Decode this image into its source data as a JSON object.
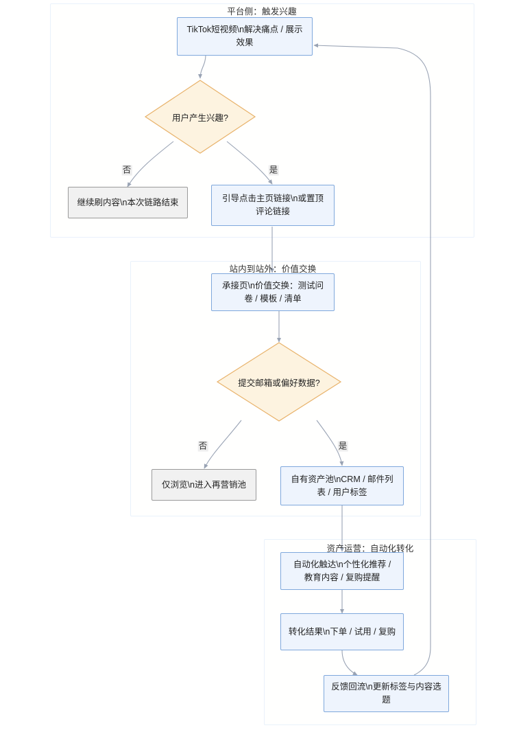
{
  "diagram": {
    "type": "flowchart",
    "direction": "top-down",
    "colors": {
      "process_fill": "#eef4fd",
      "process_stroke": "#7fa8dc",
      "decision_fill": "#fdf3e0",
      "decision_stroke": "#e8b26a",
      "terminal_fill": "#f1f1f1",
      "terminal_stroke": "#9a9a9a",
      "edge_stroke": "#99a3b4",
      "cluster_stroke": "#e9f1fb",
      "label_bg": "#eeeeee"
    },
    "clusters": [
      {
        "id": "c1",
        "title": "平台侧：触发兴趣"
      },
      {
        "id": "c2",
        "title": "站内到站外：价值交换"
      },
      {
        "id": "c3",
        "title": "资产运营：自动化转化"
      }
    ],
    "nodes": [
      {
        "id": "n1",
        "shape": "process",
        "text": "TikTok短视频\\n解决痛点 / 展示效果"
      },
      {
        "id": "n2",
        "shape": "decision",
        "text": "用户产生兴趣?"
      },
      {
        "id": "n3",
        "shape": "terminal",
        "text": "继续刷内容\\n本次链路结束"
      },
      {
        "id": "n4",
        "shape": "process",
        "text": "引导点击主页链接\\n或置顶评论链接"
      },
      {
        "id": "n5",
        "shape": "process",
        "text": "承接页\\n价值交换：测试问卷 / 模板 / 清单"
      },
      {
        "id": "n6",
        "shape": "decision",
        "text": "提交邮箱或偏好数据?"
      },
      {
        "id": "n7",
        "shape": "terminal",
        "text": "仅浏览\\n进入再营销池"
      },
      {
        "id": "n8",
        "shape": "process",
        "text": "自有资产池\\nCRM / 邮件列表 / 用户标签"
      },
      {
        "id": "n9",
        "shape": "process",
        "text": "自动化触达\\n个性化推荐 / 教育内容 / 复购提醒"
      },
      {
        "id": "n10",
        "shape": "process",
        "text": "转化结果\\n下单 / 试用 / 复购"
      },
      {
        "id": "n11",
        "shape": "process",
        "text": "反馈回流\\n更新标签与内容选题"
      }
    ],
    "edge_labels": {
      "e1_no": "否",
      "e1_yes": "是",
      "e2_no": "否",
      "e2_yes": "是"
    }
  }
}
